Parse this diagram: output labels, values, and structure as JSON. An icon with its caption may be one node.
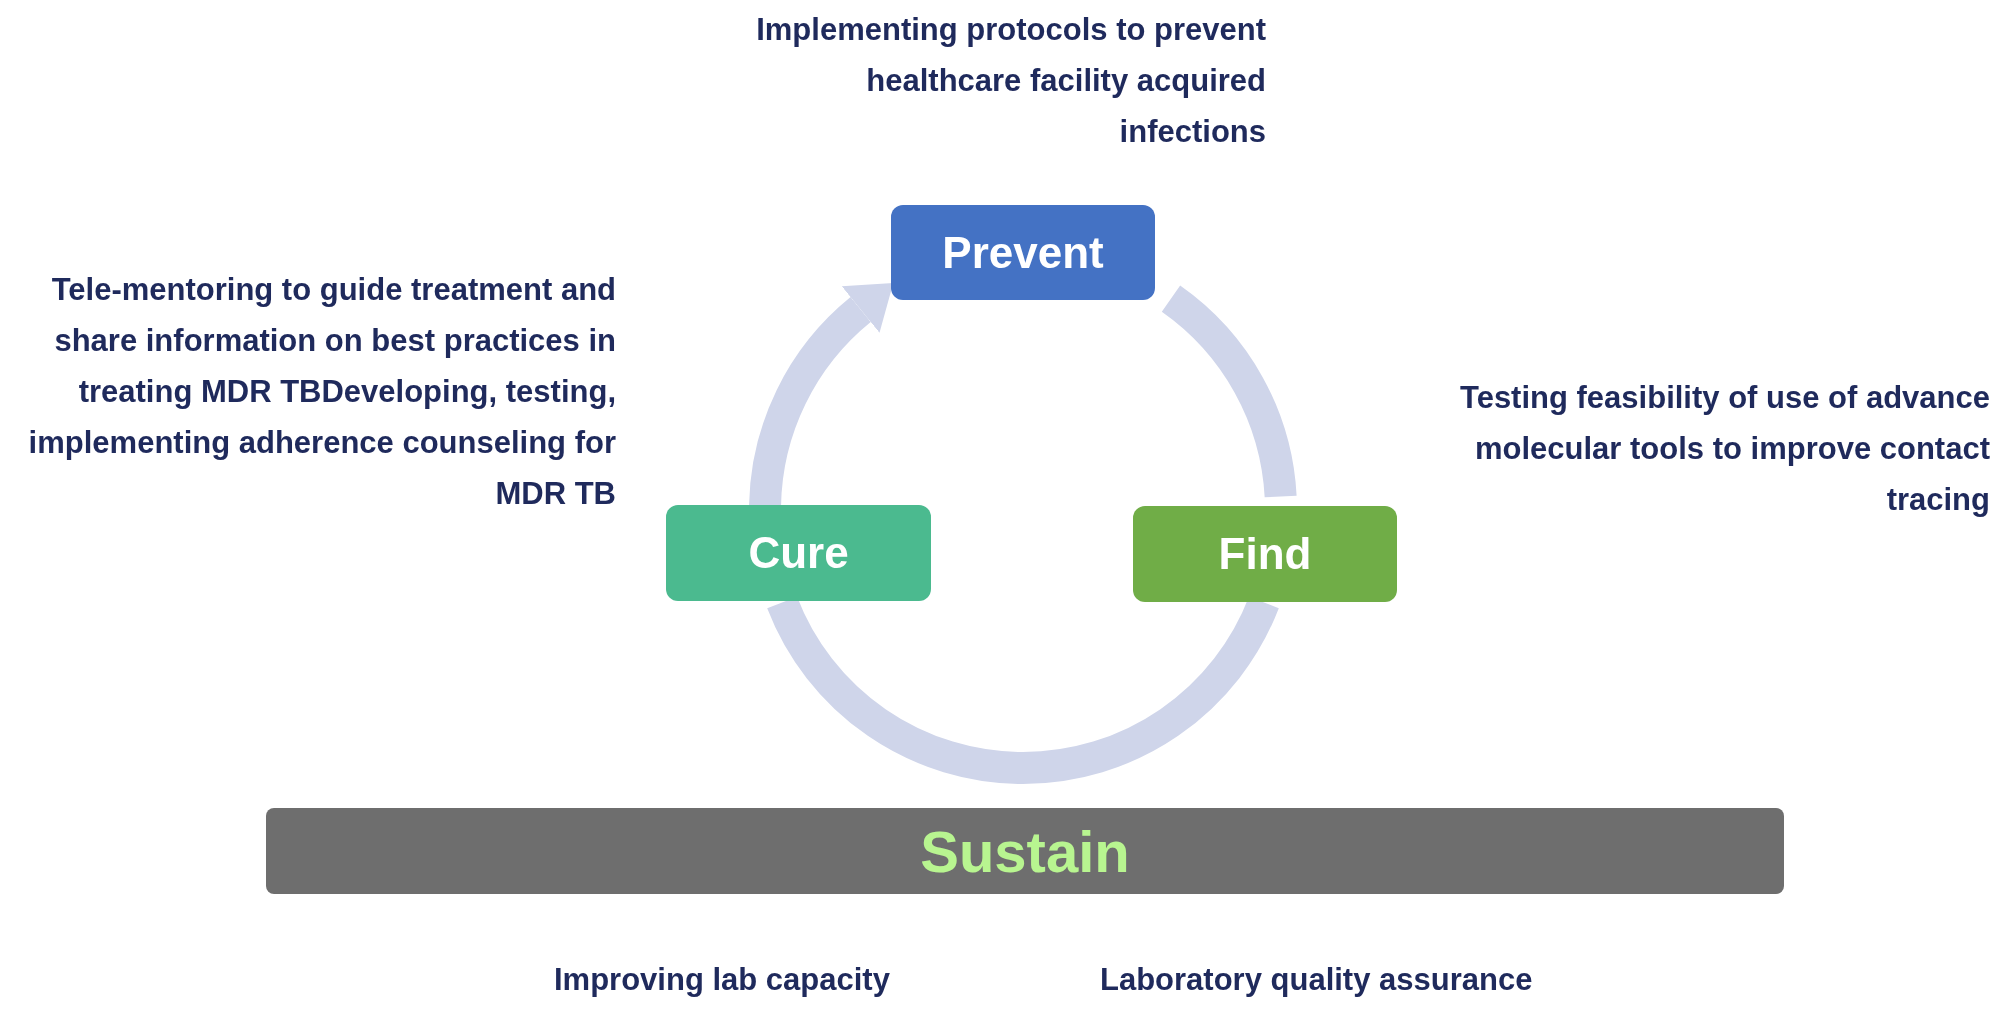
{
  "diagram": {
    "nodes": [
      {
        "text": [
          "Prevent"
        ],
        "beside": [
          "Implementing protocols to prevent healthcare facility acquired infections"
        ]
      },
      {
        "text": [
          "Find"
        ],
        "beside": [
          "Testing feasibility of use of advance molecular tools to improve contact tracing"
        ]
      },
      {
        "text": [
          "Cure"
        ],
        "beside": [
          "Tele-mentoring to guide treatment and share information on best practices in treating MDR TBDeveloping, testing, implementing adherence counseling for MDR TB"
        ]
      },
      {
        "text": [
          "Sustain"
        ]
      }
    ],
    "edges": [
      {
        "from": 0,
        "to": 1,
        "arrow": "none"
      },
      {
        "from": 1,
        "to": 2,
        "arrow": "none"
      },
      {
        "from": 2,
        "to": 0,
        "arrow": "to"
      }
    ],
    "labels": [
      "Improving lab capacity",
      "Laboratory quality assurance"
    ]
  }
}
